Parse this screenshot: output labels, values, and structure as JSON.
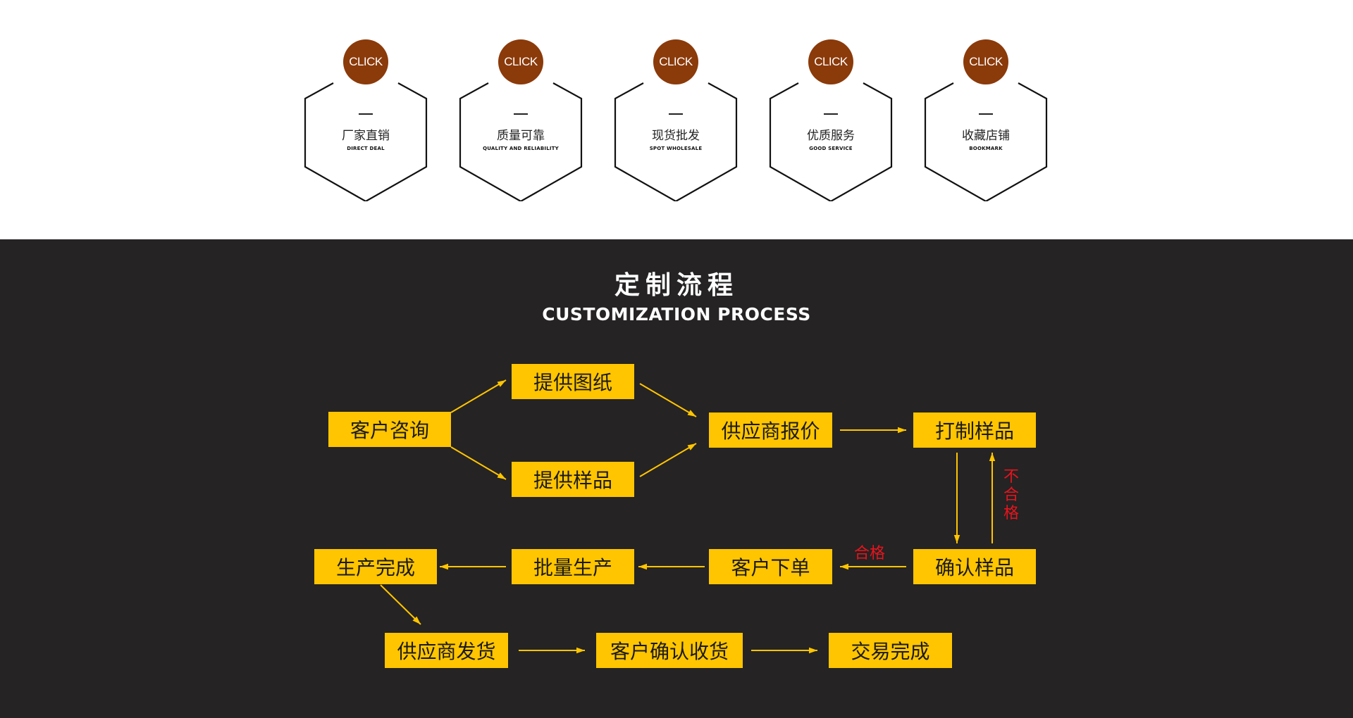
{
  "features": [
    {
      "badge": "CLICK",
      "title": "厂家直销",
      "subtitle": "DIRECT DEAL"
    },
    {
      "badge": "CLICK",
      "title": "质量可靠",
      "subtitle": "QUALITY AND RELIABILITY"
    },
    {
      "badge": "CLICK",
      "title": "现货批发",
      "subtitle": "SPOT WHOLESALE"
    },
    {
      "badge": "CLICK",
      "title": "优质服务",
      "subtitle": "GOOD SERVICE"
    },
    {
      "badge": "CLICK",
      "title": "收藏店铺",
      "subtitle": "BOOKMARK"
    }
  ],
  "process": {
    "title": "定制流程",
    "subtitle": "CUSTOMIZATION PROCESS",
    "steps": {
      "consult": "客户咨询",
      "drawings": "提供图纸",
      "samples": "提供样品",
      "quote": "供应商报价",
      "make_sample": "打制样品",
      "confirm_sample": "确认样品",
      "order": "客户下单",
      "mass_production": "批量生产",
      "production_done": "生产完成",
      "ship": "供应商发货",
      "receive": "客户确认收货",
      "deal_done": "交易完成"
    },
    "labels": {
      "pass": "合格",
      "fail": "不合格"
    }
  },
  "colors": {
    "badge": "#8b3a0a",
    "dark_bg": "#252323",
    "box": "#ffc500",
    "arrow": "#ffc500",
    "label_red": "#e8141e"
  }
}
